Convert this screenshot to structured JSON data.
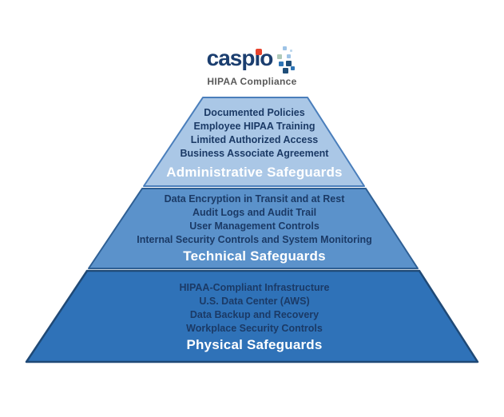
{
  "logo": {
    "brand": "caspio",
    "subtitle": "HIPAA Compliance"
  },
  "colors": {
    "brand_navy": "#1b3e6f",
    "brand_dot_red": "#e8432d",
    "subtitle_gray": "#595959",
    "tier_text_navy": "#1b3a66",
    "label_white": "#ffffff",
    "tier1_fill": "#aac7e6",
    "tier1_stroke": "#4a7ebb",
    "tier2_fill": "#5b92cb",
    "tier2_stroke": "#2e5f94",
    "tier3_fill": "#2f72b8",
    "tier3_stroke": "#1f4976"
  },
  "pyramid": {
    "tiers": [
      {
        "label": "Administrative Safeguards",
        "fill": "#aac7e6",
        "items": [
          "Documented Policies",
          "Employee HIPAA Training",
          "Limited Authorized Access",
          "Business Associate Agreement"
        ]
      },
      {
        "label": "Technical Safeguards",
        "fill": "#5b92cb",
        "items": [
          "Data Encryption in Transit and at Rest",
          "Audit Logs and Audit Trail",
          "User Management Controls",
          "Internal Security Controls and System Monitoring"
        ]
      },
      {
        "label": "Physical Safeguards",
        "fill": "#2f72b8",
        "items": [
          "HIPAA-Compliant Infrastructure",
          "U.S. Data Center (AWS)",
          "Data Backup and Recovery",
          "Workplace Security Controls"
        ]
      }
    ]
  }
}
